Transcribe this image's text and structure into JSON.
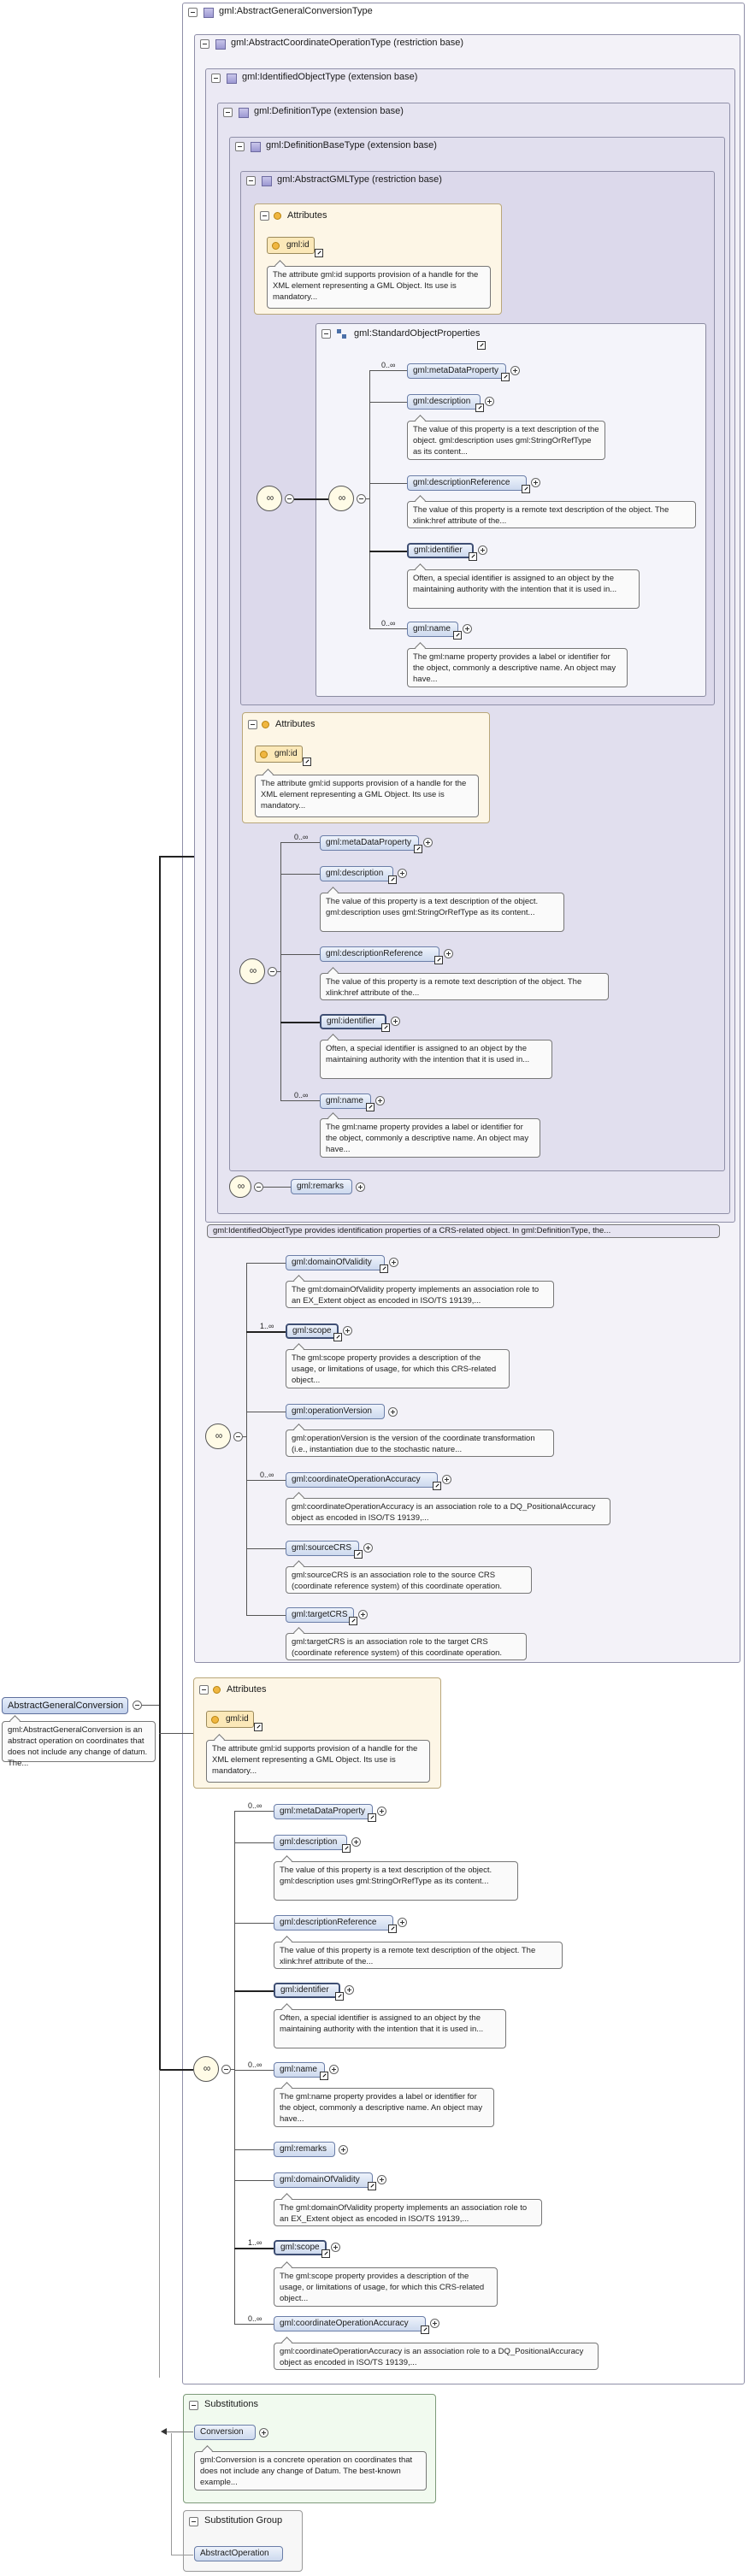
{
  "root": {
    "name": "AbstractGeneralConversion",
    "doc": "gml:AbstractGeneralConversion is an abstract operation on coordinates that does not include any change of datum. The..."
  },
  "types": {
    "t1": "gml:AbstractGeneralConversionType",
    "t2": "gml:AbstractCoordinateOperationType (restriction base)",
    "t3": "gml:IdentifiedObjectType (extension base)",
    "t4": "gml:DefinitionType (extension base)",
    "t5": "gml:DefinitionBaseType (extension base)",
    "t6": "gml:AbstractGMLType (restriction base)"
  },
  "attributes": {
    "title": "Attributes",
    "id": "gml:id",
    "id_doc": "The attribute gml:id supports provision of a handle for the XML element representing a GML Object. Its use is mandatory..."
  },
  "group": {
    "name": "gml:StandardObjectProperties"
  },
  "elements": {
    "metaDataProperty": "gml:metaDataProperty",
    "description": "gml:description",
    "descriptionReference": "gml:descriptionReference",
    "identifier": "gml:identifier",
    "name": "gml:name",
    "remarks": "gml:remarks",
    "domainOfValidity": "gml:domainOfValidity",
    "scope": "gml:scope",
    "operationVersion": "gml:operationVersion",
    "coordinateOperationAccuracy": "gml:coordinateOperationAccuracy",
    "sourceCRS": "gml:sourceCRS",
    "targetCRS": "gml:targetCRS"
  },
  "docs": {
    "description": "The value of this property is a text description of the object. gml:description uses gml:StringOrRefType as its content...",
    "descriptionReference": "The value of this property is a remote text description of the object. The xlink:href attribute of the...",
    "identifier": "Often, a special identifier is assigned to an object by the maintaining authority with the intention that it is used in...",
    "name": "The gml:name property provides a label or identifier for the object, commonly a descriptive name. An object may have...",
    "domainOfValidity": "The gml:domainOfValidity property implements an association role to an EX_Extent object as encoded in ISO/TS 19139,...",
    "scope": "The gml:scope property provides a description of the usage, or limitations of usage, for which this CRS-related object...",
    "operationVersion": "gml:operationVersion is the version of the coordinate transformation (i.e., instantiation due to the stochastic nature...",
    "coordinateOperationAccuracy": "gml:coordinateOperationAccuracy is an association role to a DQ_PositionalAccuracy object as encoded in ISO/TS 19139,...",
    "sourceCRS": "gml:sourceCRS is an association role to the source CRS (coordinate reference system) of this coordinate operation.",
    "targetCRS": "gml:targetCRS is an association role to the target CRS (coordinate reference system) of this coordinate operation."
  },
  "occ": {
    "many": "0..∞",
    "oneMany": "1..∞"
  },
  "band": "gml:IdentifiedObjectType provides identification properties of a CRS-related object. In gml:DefinitionType, the...",
  "substitutions": {
    "title": "Substitutions",
    "item": "Conversion",
    "doc": "gml:Conversion is a concrete operation on coordinates that does not include any change of Datum. The best-known example..."
  },
  "substitutionGroup": {
    "title": "Substitution Group",
    "item": "AbstractOperation"
  }
}
